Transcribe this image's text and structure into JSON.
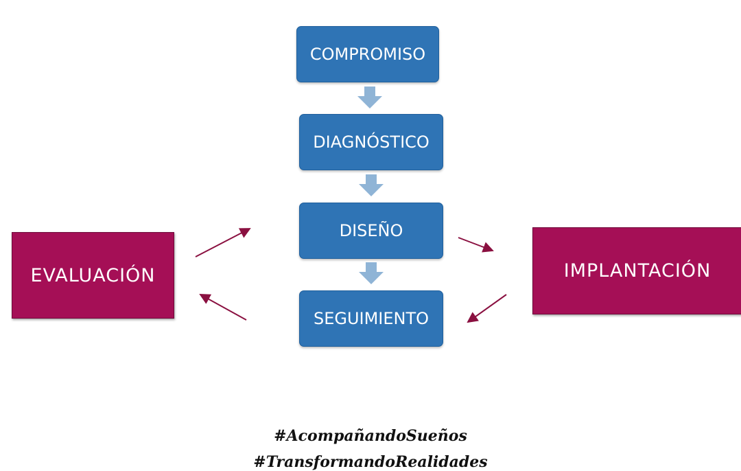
{
  "steps": [
    "COMPROMISO",
    "DIAGNÓSTICO",
    "DISEÑO",
    "SEGUIMIENTO"
  ],
  "left_box": "EVALUACIÓN",
  "right_box": "IMPLANTACIÓN",
  "hashtags": [
    "#AcompañandoSueños",
    "#TransformandoRealidades"
  ],
  "colors": {
    "step": "#2f74b5",
    "side": "#a50f56",
    "down_arrow": "#8fb4d6",
    "connector": "#8a1040"
  }
}
